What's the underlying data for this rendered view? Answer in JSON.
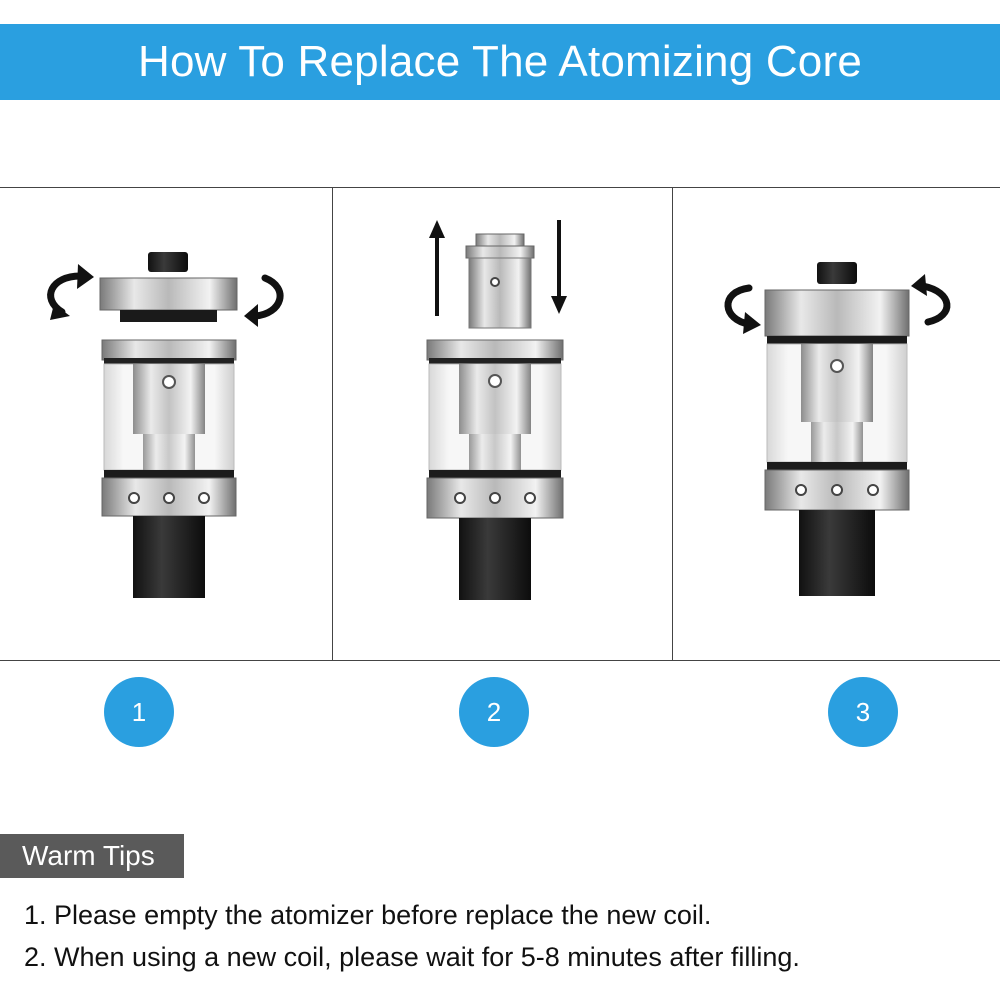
{
  "header": {
    "title": "How To Replace The Atomizing Core"
  },
  "colors": {
    "accent_blue": "#2a9fe0",
    "tips_tag_gray": "#5a5a5a"
  },
  "steps": [
    {
      "number": "1",
      "illustration": "unscrew-top-cap"
    },
    {
      "number": "2",
      "illustration": "replace-coil"
    },
    {
      "number": "3",
      "illustration": "screw-top-cap"
    }
  ],
  "warm_tips": {
    "heading": "Warm Tips",
    "items": [
      "1. Please empty the atomizer before replace the new coil.",
      "2. When using a new coil, please wait for 5-8 minutes after filling."
    ]
  }
}
